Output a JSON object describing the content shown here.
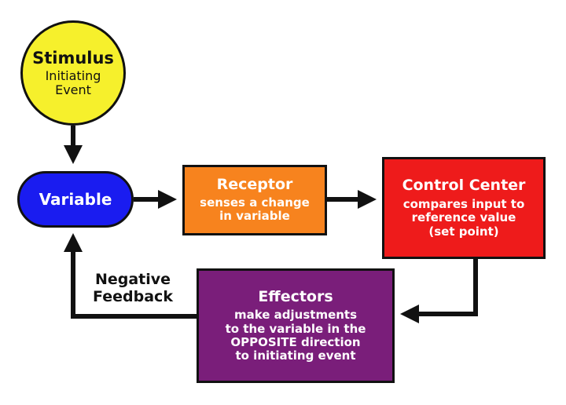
{
  "stimulus": {
    "title": "Stimulus",
    "subtitle": "Initiating\nEvent"
  },
  "variable": {
    "title": "Variable"
  },
  "receptor": {
    "title": "Receptor",
    "body": "senses a change\nin variable"
  },
  "control_center": {
    "title": "Control Center",
    "body": "compares input to\nreference value\n(set point)"
  },
  "effectors": {
    "title": "Effectors",
    "body": "make adjustments\nto the variable in the\nOPPOSITE direction\nto initiating event"
  },
  "feedback_label": "Negative\nFeedback",
  "colors": {
    "stimulus": "#f6f02c",
    "variable": "#1a1cf0",
    "receptor": "#f7831e",
    "control_center": "#ee1b1b",
    "effectors": "#7a1e7a",
    "arrows": "#111111"
  }
}
